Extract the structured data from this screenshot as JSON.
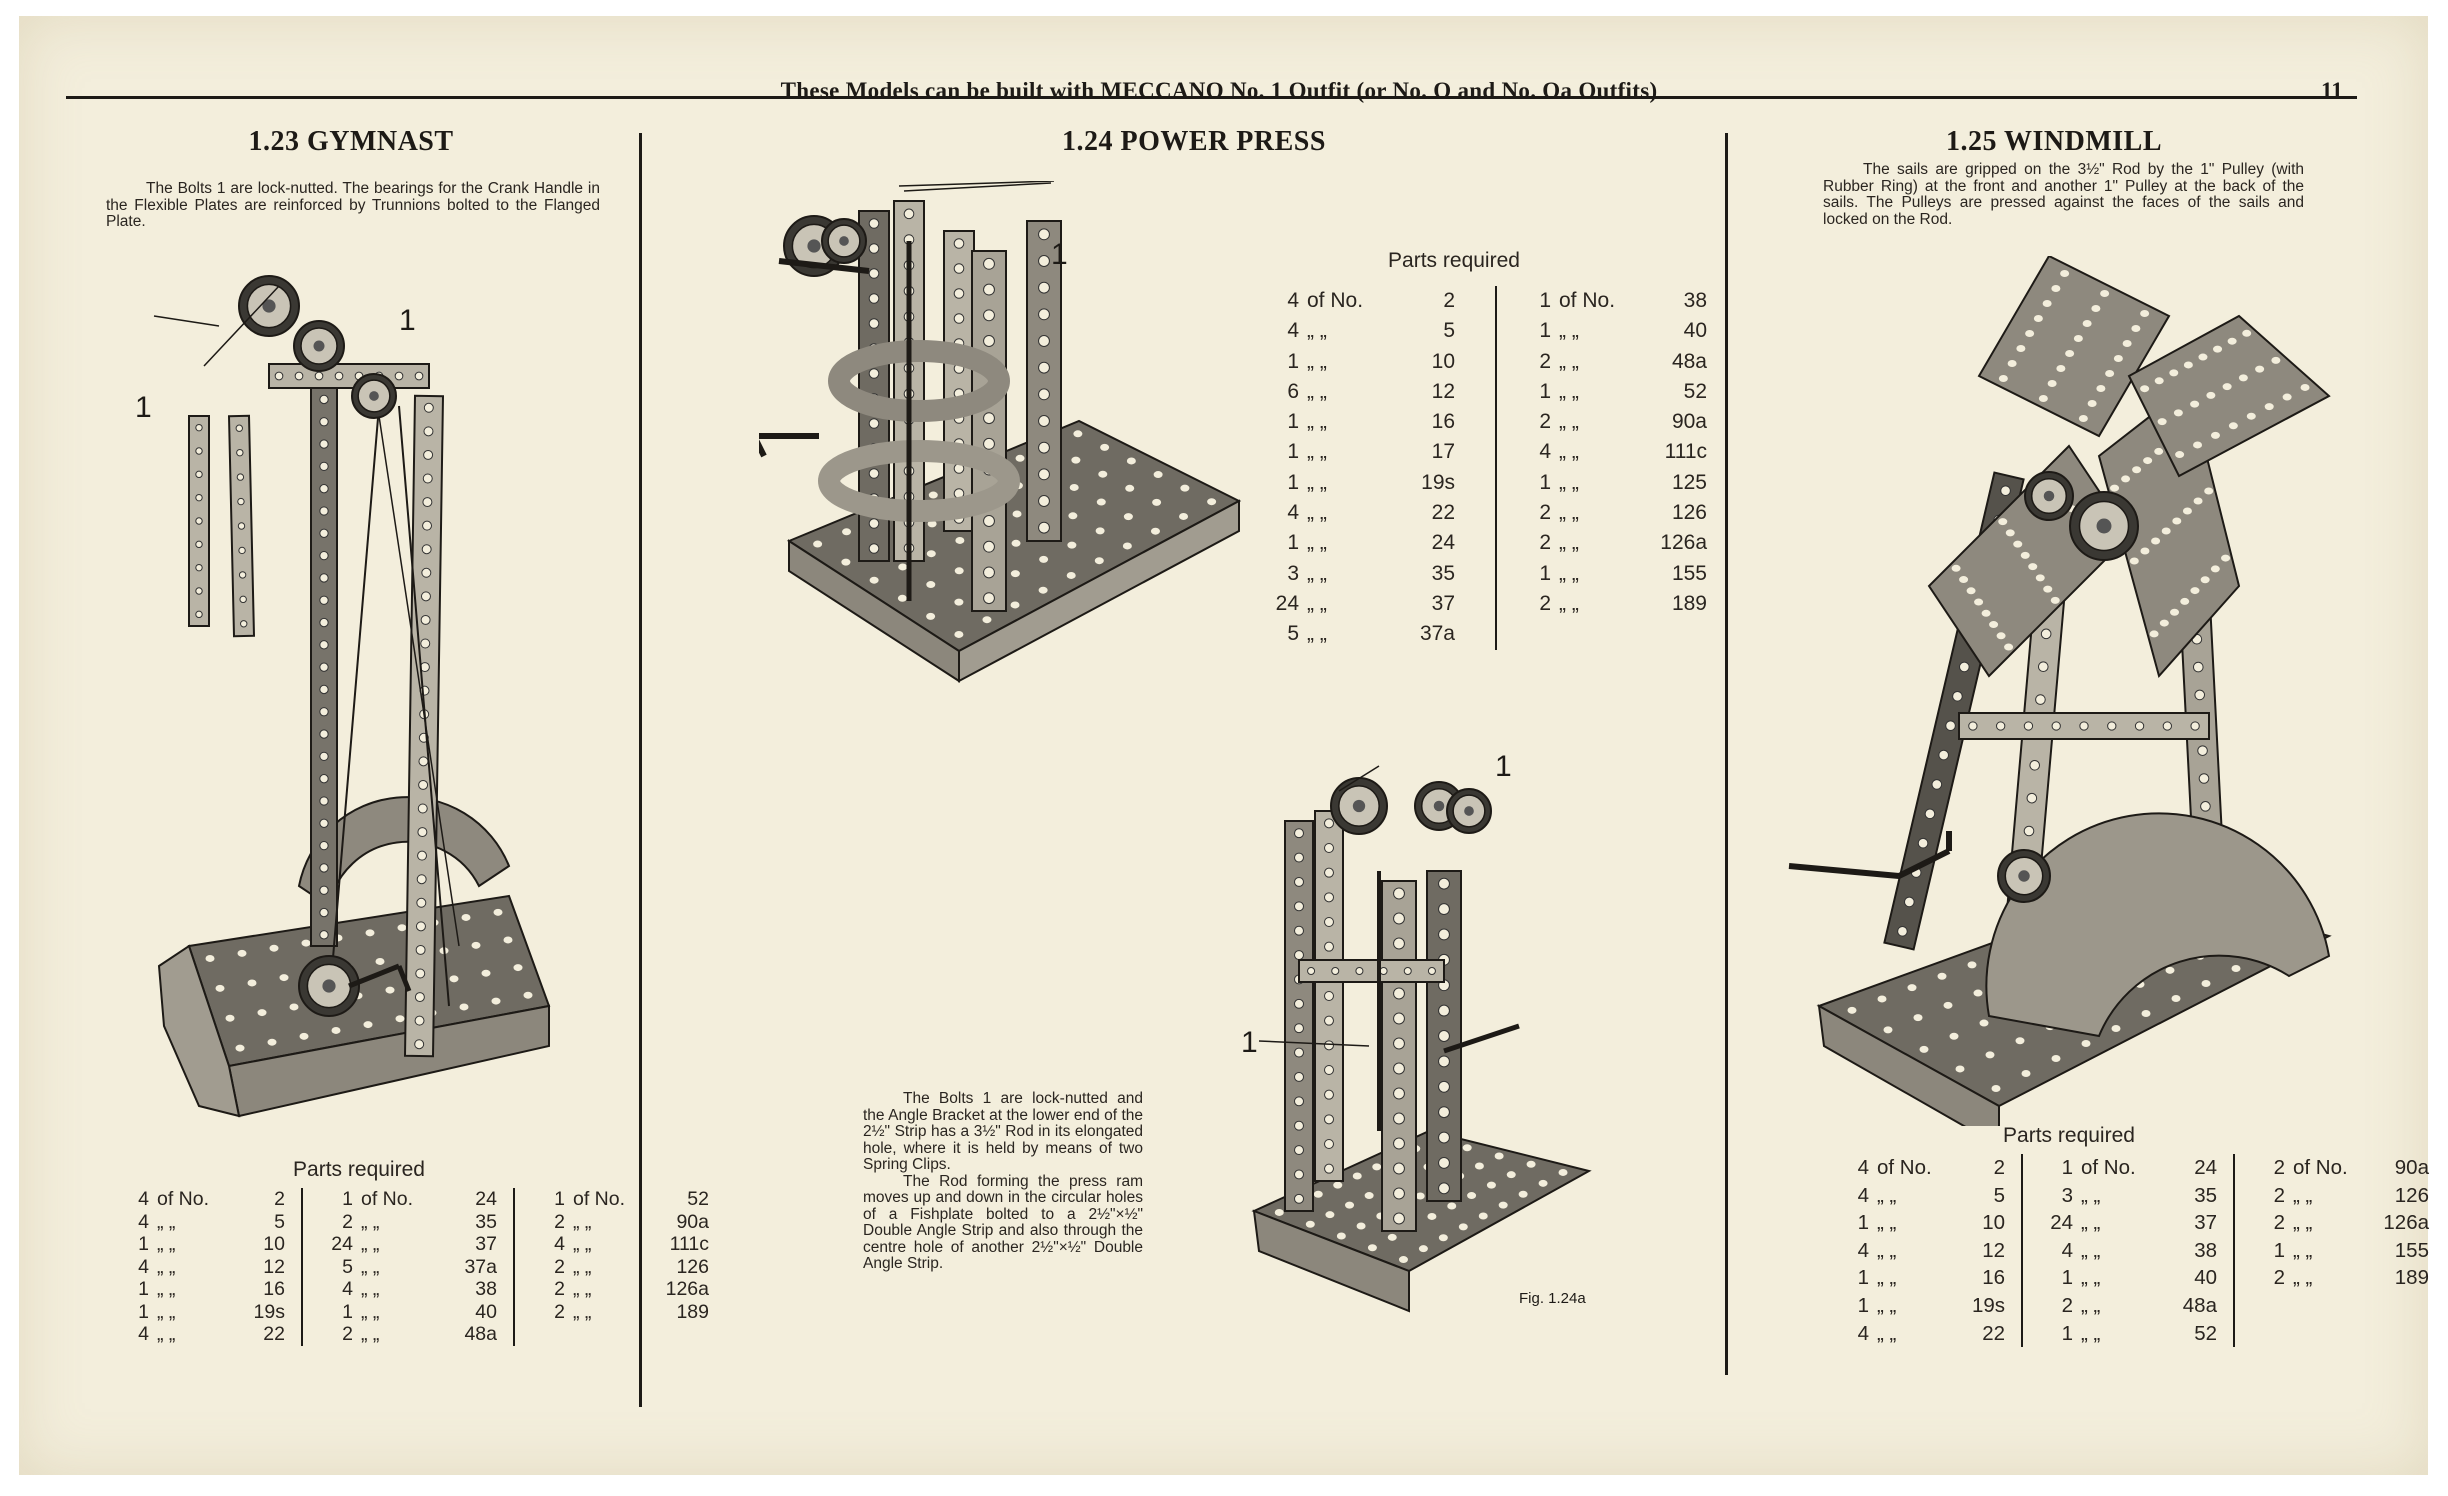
{
  "header": {
    "title": "These Models can be built with MECCANO No. 1 Outfit (or No. O and No. Oa Outfits)",
    "page_number": "11"
  },
  "models": [
    {
      "title": "1.23   GYMNAST",
      "caption": "The Bolts 1 are lock-nutted.  The bearings for the Crank Handle in the Flexible Plates are reinforced by Trunnions bolted to the Flanged Plate.",
      "callouts": [
        "1",
        "1"
      ],
      "parts_title": "Parts required",
      "parts": [
        [
          [
            "4",
            "of No.",
            "2"
          ],
          [
            "4",
            "„  „",
            "5"
          ],
          [
            "1",
            "„  „",
            "10"
          ],
          [
            "4",
            "„  „",
            "12"
          ],
          [
            "1",
            "„  „",
            "16"
          ],
          [
            "1",
            "„  „",
            "19s"
          ],
          [
            "4",
            "„  „",
            "22"
          ]
        ],
        [
          [
            "1",
            "of No.",
            "24"
          ],
          [
            "2",
            "„  „",
            "35"
          ],
          [
            "24",
            "„  „",
            "37"
          ],
          [
            "5",
            "„  „",
            "37a"
          ],
          [
            "4",
            "„  „",
            "38"
          ],
          [
            "1",
            "„  „",
            "40"
          ],
          [
            "2",
            "„  „",
            "48a"
          ]
        ],
        [
          [
            "1",
            "of No.",
            "52"
          ],
          [
            "2",
            "„  „",
            "90a"
          ],
          [
            "4",
            "„  „",
            "111c"
          ],
          [
            "2",
            "„  „",
            "126"
          ],
          [
            "2",
            "„  „",
            "126a"
          ],
          [
            "2",
            "„  „",
            "189"
          ]
        ]
      ]
    },
    {
      "title": "1.24   POWER PRESS",
      "caption_paragraphs": [
        "The Bolts 1 are lock-nutted and the Angle Bracket at the lower end of the 2½\" Strip has a 3½\" Rod in its elongated hole, where it is held by means of two Spring Clips.",
        "The Rod forming the press ram moves up and down in the circular holes of a Fishplate bolted to a 2½\"×½\" Double Angle Strip and also through the centre hole of another 2½\"×½\" Double Angle Strip."
      ],
      "callouts": [
        "1",
        "1",
        "1"
      ],
      "figure_label": "Fig. 1.24a",
      "parts_title": "Parts required",
      "parts": [
        [
          [
            "4",
            "of No.",
            "2"
          ],
          [
            "4",
            "„  „",
            "5"
          ],
          [
            "1",
            "„  „",
            "10"
          ],
          [
            "6",
            "„  „",
            "12"
          ],
          [
            "1",
            "„  „",
            "16"
          ],
          [
            "1",
            "„  „",
            "17"
          ],
          [
            "1",
            "„  „",
            "19s"
          ],
          [
            "4",
            "„  „",
            "22"
          ],
          [
            "1",
            "„  „",
            "24"
          ],
          [
            "3",
            "„  „",
            "35"
          ],
          [
            "24",
            "„  „",
            "37"
          ],
          [
            "5",
            "„  „",
            "37a"
          ]
        ],
        [
          [
            "1",
            "of No.",
            "38"
          ],
          [
            "1",
            "„  „",
            "40"
          ],
          [
            "2",
            "„  „",
            "48a"
          ],
          [
            "1",
            "„  „",
            "52"
          ],
          [
            "2",
            "„  „",
            "90a"
          ],
          [
            "4",
            "„  „",
            "111c"
          ],
          [
            "1",
            "„  „",
            "125"
          ],
          [
            "2",
            "„  „",
            "126"
          ],
          [
            "2",
            "„  „",
            "126a"
          ],
          [
            "1",
            "„  „",
            "155"
          ],
          [
            "2",
            "„  „",
            "189"
          ]
        ]
      ]
    },
    {
      "title": "1.25   WINDMILL",
      "caption": "The sails are gripped on the 3½\" Rod by the 1\" Pulley (with Rubber Ring) at the front and another 1\" Pulley at the back of the sails.  The Pulleys are pressed against the faces of the sails and locked on the Rod.",
      "parts_title": "Parts required",
      "parts": [
        [
          [
            "4",
            "of No.",
            "2"
          ],
          [
            "4",
            "„  „",
            "5"
          ],
          [
            "1",
            "„  „",
            "10"
          ],
          [
            "4",
            "„  „",
            "12"
          ],
          [
            "1",
            "„  „",
            "16"
          ],
          [
            "1",
            "„  „",
            "19s"
          ],
          [
            "4",
            "„  „",
            "22"
          ]
        ],
        [
          [
            "1",
            "of No.",
            "24"
          ],
          [
            "3",
            "„  „",
            "35"
          ],
          [
            "24",
            "„  „",
            "37"
          ],
          [
            "4",
            "„  „",
            "38"
          ],
          [
            "1",
            "„  „",
            "40"
          ],
          [
            "2",
            "„  „",
            "48a"
          ],
          [
            "1",
            "„  „",
            "52"
          ]
        ],
        [
          [
            "2",
            "of No.",
            "90a"
          ],
          [
            "2",
            "„  „",
            "126"
          ],
          [
            "2",
            "„  „",
            "126a"
          ],
          [
            "1",
            "„  „",
            "155"
          ],
          [
            "2",
            "„  „",
            "189"
          ]
        ]
      ]
    }
  ],
  "colors": {
    "paper": "#f3eedc",
    "ink": "#1d1a16",
    "metal": "#b9b4a6",
    "metal_dark": "#5d5a52"
  }
}
